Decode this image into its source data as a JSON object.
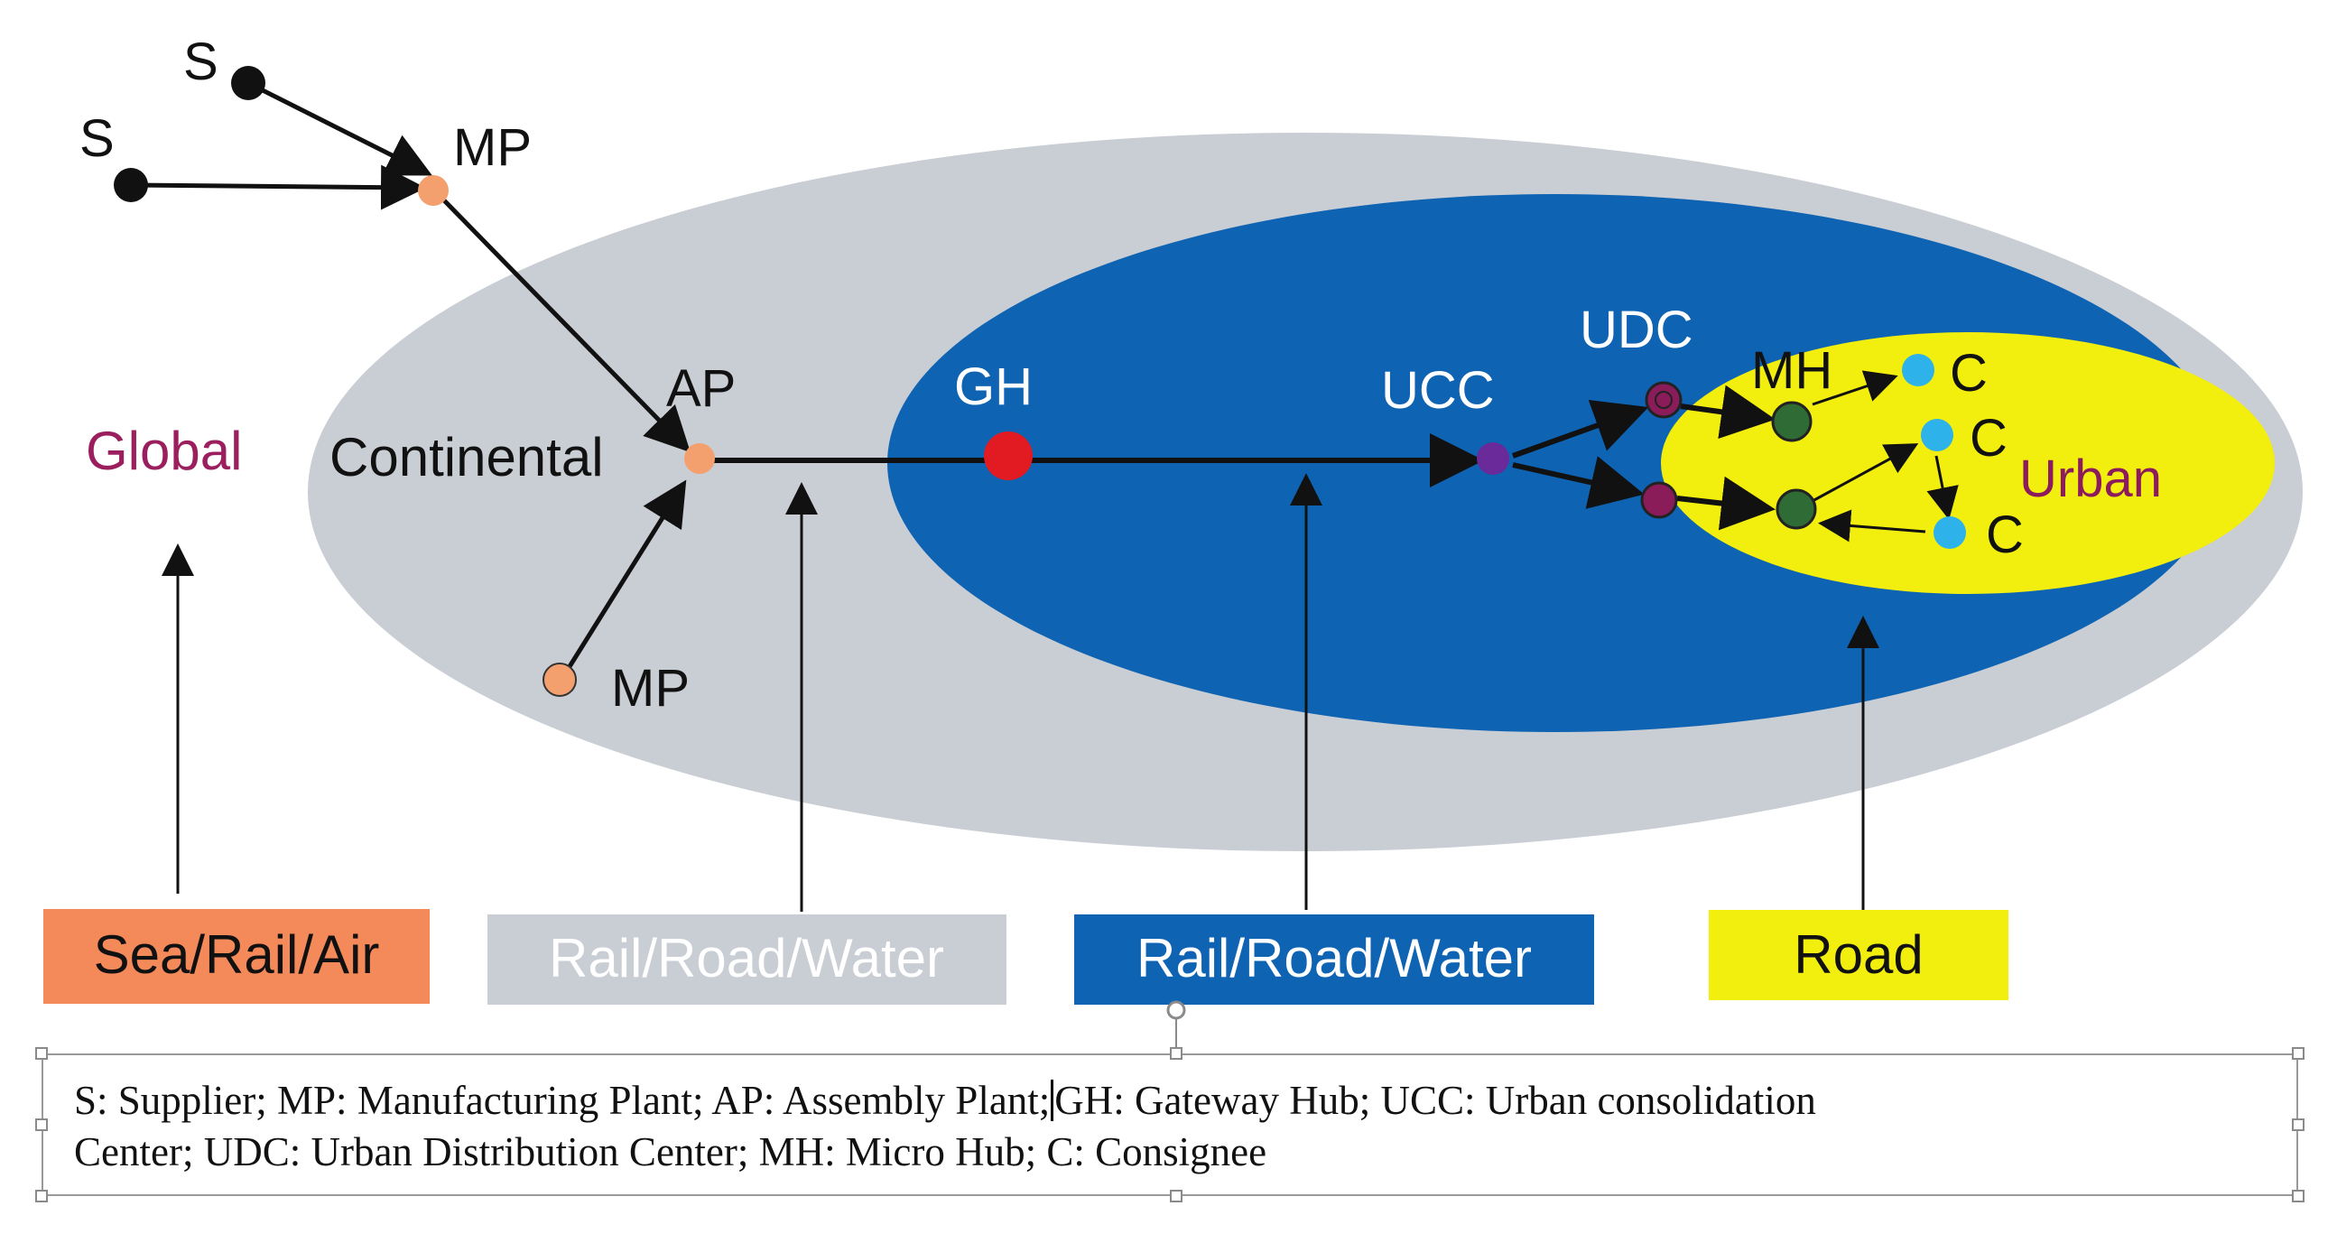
{
  "scopes": {
    "global": "Global",
    "continental": "Continental",
    "urban": "Urban"
  },
  "nodes": {
    "supplier_1": "S",
    "supplier_2": "S",
    "manufacturing_plant_top": "MP",
    "manufacturing_plant_bottom": "MP",
    "assembly_plant": "AP",
    "gateway_hub": "GH",
    "ucc": "UCC",
    "udc": "UDC",
    "micro_hub": "MH",
    "consignee_1": "C",
    "consignee_2": "C",
    "consignee_3": "C"
  },
  "modes": [
    {
      "label": "Sea/Rail/Air",
      "color": "#f4895a",
      "text_color": "#111111"
    },
    {
      "label": "Rail/Road/Water",
      "color": "#c9cdd4",
      "text_color": "#ffffff"
    },
    {
      "label": "Rail/Road/Water",
      "color": "#0e63b3",
      "text_color": "#ffffff"
    },
    {
      "label": "Road",
      "color": "#f2ee0e",
      "text_color": "#111111"
    }
  ],
  "legend": {
    "line1_before_cursor": "S: Supplier; MP: Manufacturing Plant; AP: Assembly Plant;",
    "line1_after_cursor": "GH: Gateway Hub; UCC: Urban consolidation",
    "line2": "Center; UDC: Urban Distribution Center; MH: Micro Hub; C: Consignee"
  },
  "colors": {
    "global_label": "#9b1f5e",
    "urban_label": "#8b1b5c",
    "continental_region": "#c9cdd4",
    "urban_area_region": "#0e63b3",
    "urban_core_region": "#f2ee0e",
    "supplier": "#111111",
    "plant": "#f4a06e",
    "gateway_hub": "#e21a22",
    "ucc": "#6a2a9a",
    "udc": "#8b1c5a",
    "micro_hub": "#2f6b34",
    "consignee": "#2eb2ea"
  }
}
